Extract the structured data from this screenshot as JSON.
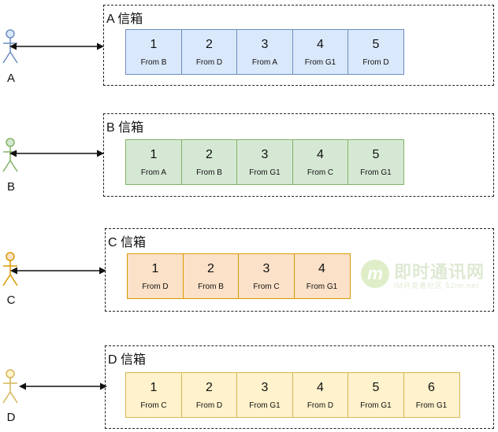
{
  "mailboxes": [
    {
      "actor": "A",
      "title": "A 信箱",
      "actor_color": "#6c8ebf",
      "messages": [
        {
          "num": "1",
          "from": "From B"
        },
        {
          "num": "2",
          "from": "From D"
        },
        {
          "num": "3",
          "from": "From A"
        },
        {
          "num": "4",
          "from": "From G1"
        },
        {
          "num": "5",
          "from": "From D"
        }
      ]
    },
    {
      "actor": "B",
      "title": "B 信箱",
      "actor_color": "#82b366",
      "messages": [
        {
          "num": "1",
          "from": "From A"
        },
        {
          "num": "2",
          "from": "From B"
        },
        {
          "num": "3",
          "from": "From G1"
        },
        {
          "num": "4",
          "from": "From C"
        },
        {
          "num": "5",
          "from": "From G1"
        }
      ]
    },
    {
      "actor": "C",
      "title": "C 信箱",
      "actor_color": "#d79b00",
      "messages": [
        {
          "num": "1",
          "from": "From D"
        },
        {
          "num": "2",
          "from": "From B"
        },
        {
          "num": "3",
          "from": "From C"
        },
        {
          "num": "4",
          "from": "From G1"
        }
      ]
    },
    {
      "actor": "D",
      "title": "D 信箱",
      "actor_color": "#d6b656",
      "messages": [
        {
          "num": "1",
          "from": "From C"
        },
        {
          "num": "2",
          "from": "From D"
        },
        {
          "num": "3",
          "from": "From G1"
        },
        {
          "num": "4",
          "from": "From D"
        },
        {
          "num": "5",
          "from": "From G1"
        },
        {
          "num": "6",
          "from": "From G1"
        }
      ]
    }
  ],
  "watermark": {
    "logo": "m",
    "brand": "即时通讯网",
    "sub": "IM开发者社区 52im.net"
  }
}
